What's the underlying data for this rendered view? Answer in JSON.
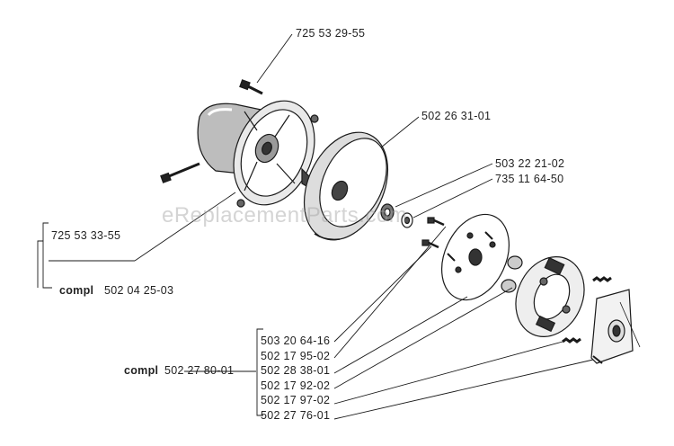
{
  "watermark": "eReplacementParts.com",
  "labels": {
    "p72553_29_55": "725 53 29-55",
    "p50226_31_01": "502 26 31-01",
    "p50322_21_02": "503 22 21-02",
    "p73511_64_50": "735 11 64-50",
    "p72553_33_55": "725 53 33-55",
    "compl_top_word": "compl",
    "compl_top_num": "502 04 25-03",
    "compl_bottom_word": "compl",
    "compl_bottom_num": "502 27 80-01"
  },
  "group_list": [
    "503 20 64-16",
    "502 17 95-02",
    "502 28 38-01",
    "502 17 92-02",
    "502 17 97-02",
    "502 27 76-01"
  ]
}
